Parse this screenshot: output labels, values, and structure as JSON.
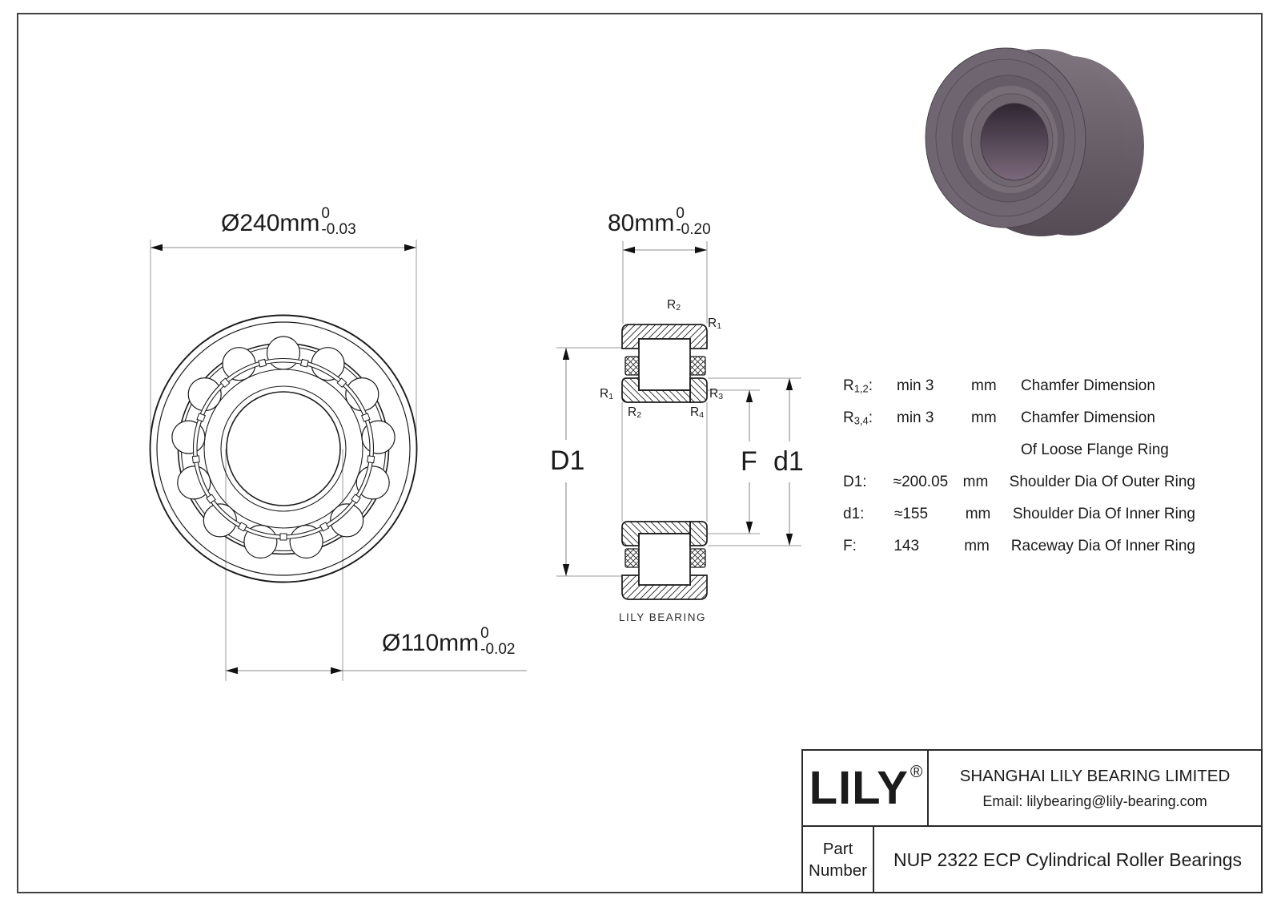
{
  "dims": {
    "od": {
      "text": "Ø240mm",
      "tol_up": "0",
      "tol_low": "-0.03"
    },
    "bore": {
      "text": "Ø110mm",
      "tol_up": "0",
      "tol_low": "-0.02"
    },
    "width": {
      "text": "80mm",
      "tol_up": "0",
      "tol_low": "-0.20"
    },
    "d1_outer_label": "D1",
    "raceway_label": "F",
    "d1_inner_label": "d1"
  },
  "callouts": {
    "r2_top": {
      "base": "R",
      "sub": "2"
    },
    "r1_top": {
      "base": "R",
      "sub": "1"
    },
    "r1_left": {
      "base": "R",
      "sub": "1"
    },
    "r2_left": {
      "base": "R",
      "sub": "2"
    },
    "r3_right": {
      "base": "R",
      "sub": "3"
    },
    "r4_right": {
      "base": "R",
      "sub": "4"
    }
  },
  "watermark": "LILY BEARING",
  "spec": {
    "rows": [
      {
        "param": "R",
        "param_sub": "1,2",
        "colon": ":",
        "value": "min 3",
        "unit": "mm",
        "desc": "Chamfer Dimension"
      },
      {
        "param": "R",
        "param_sub": "3,4",
        "colon": ":",
        "value": "min 3",
        "unit": "mm",
        "desc": "Chamfer Dimension"
      },
      {
        "param": "",
        "param_sub": "",
        "colon": "",
        "value": "",
        "unit": "",
        "desc": "Of Loose Flange Ring"
      },
      {
        "param": "D1",
        "param_sub": "",
        "colon": ":",
        "value": "≈200.05",
        "unit": "mm",
        "desc": "Shoulder Dia Of Outer Ring"
      },
      {
        "param": "d1",
        "param_sub": "",
        "colon": ":",
        "value": "≈155",
        "unit": "mm",
        "desc": "Shoulder Dia Of Inner Ring"
      },
      {
        "param": "F",
        "param_sub": "",
        "colon": ":",
        "value": "143",
        "unit": "mm",
        "desc": "Raceway Dia Of Inner Ring"
      }
    ]
  },
  "title_block": {
    "logo": "LILY",
    "registered": "®",
    "company": "SHANGHAI LILY BEARING LIMITED",
    "email": "Email: lilybearing@lily-bearing.com",
    "part_label_1": "Part",
    "part_label_2": "Number",
    "part_name": "NUP 2322 ECP Cylindrical Roller Bearings"
  },
  "colors": {
    "drawing_line": "#1c1c1c",
    "thin_line": "#9a9a9a",
    "photo_body_dark": "#544b55",
    "photo_body_light": "#7d747e",
    "photo_bore_dark": "#2f2631"
  }
}
